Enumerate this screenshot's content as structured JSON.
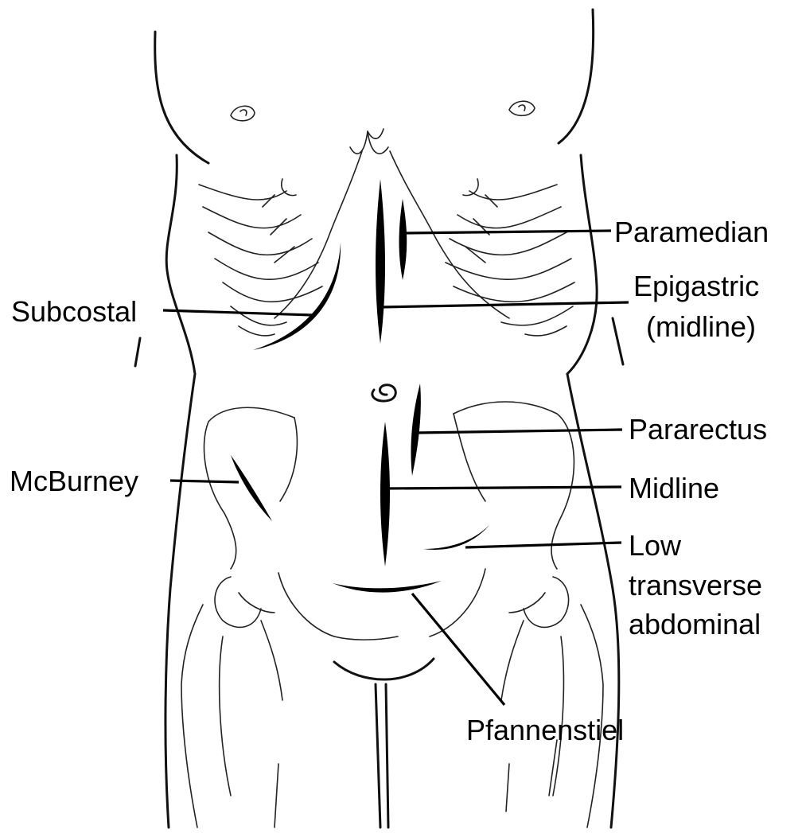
{
  "labels": {
    "paramedian": "Paramedian",
    "epigastric_line1": "Epigastric",
    "epigastric_line2": "(midline)",
    "subcostal": "Subcostal",
    "pararectus": "Pararectus",
    "mcburney": "McBurney",
    "midline": "Midline",
    "low_transverse_line1": "Low",
    "low_transverse_line2": "transverse",
    "low_transverse_line3": "abdominal",
    "pfannenstiel": "Pfannenstiel"
  }
}
